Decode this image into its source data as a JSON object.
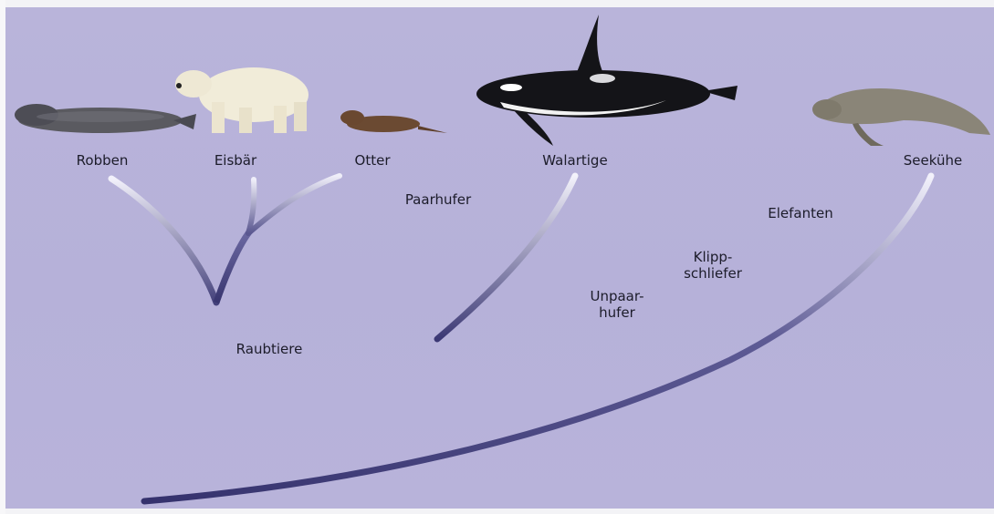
{
  "colors": {
    "background": "#b8b3da",
    "branch_dark": "#37346f",
    "branch_light": "#f4f3fb",
    "text": "#1c1c2a"
  },
  "diagram": {
    "terminal_labels": {
      "robben": "Robben",
      "eisbaer": "Eisbär",
      "otter": "Otter",
      "walartige": "Walartige",
      "seekuehe": "Seekühe"
    },
    "branch_labels": {
      "paarhufer": "Paarhufer",
      "unpaarhufer": "Unpaar-\nhufer",
      "klippschliefer": "Klipp-\nschliefer",
      "elefanten": "Elefanten",
      "raubtiere": "Raubtiere"
    },
    "animals": [
      "seal-illustration",
      "polar-bear-illustration",
      "otter-illustration",
      "orca-illustration",
      "manatee-illustration"
    ]
  }
}
